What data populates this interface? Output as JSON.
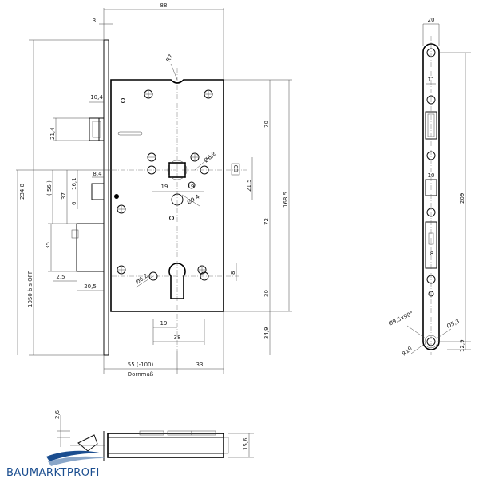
{
  "diagram": {
    "front_view": {
      "labels": {
        "faceplate_thickness": "3",
        "total_width": "88",
        "radius": "R7",
        "latch_width": "10,4",
        "latch_offset": "21,4",
        "spindle_offset": "( 56 )",
        "bolt_width": "8,4",
        "bolt_height": "16,1",
        "bolt_gap": "6",
        "bolt_dim": "37",
        "deadbolt_height": "35",
        "deadbolt_offset": "2,5",
        "deadbolt_reach": "20,5",
        "faceplate_height": "234,8",
        "door_height": "1050 bis OFF",
        "spindle_top": "70",
        "spindle_hole": "Ø6,2",
        "spindle_square": "Ø9",
        "spindle_right": "21,5",
        "spindle_left_19": "19",
        "spindle_right_19": "19",
        "small_hole": "Ø9,4",
        "distance_72": "72",
        "total_168": "168,5",
        "cylinder_hole_left": "Ø6,2",
        "cylinder_8": "8",
        "cylinder_30": "30",
        "bottom_19": "19",
        "bottom_38": "38",
        "bottom_34": "34,9",
        "backset": "55 (-100)",
        "backset_right": "33",
        "dornmass": "Dornmaß"
      }
    },
    "side_view": {
      "labels": {
        "width": "20",
        "latch_11": "11",
        "bolt_10": "10",
        "height_209": "209",
        "slot_8": "8",
        "countersink": "Ø9,5x90°",
        "hole": "Ø5,3",
        "radius": "R10",
        "bottom": "12,9"
      }
    },
    "top_view": {
      "labels": {
        "offset": "2,6",
        "depth": "15,6"
      }
    }
  },
  "watermark": {
    "text": "BAUMARKTPROFI",
    "color_primary": "#1a4d8f",
    "color_secondary": "#8aa6c8"
  }
}
